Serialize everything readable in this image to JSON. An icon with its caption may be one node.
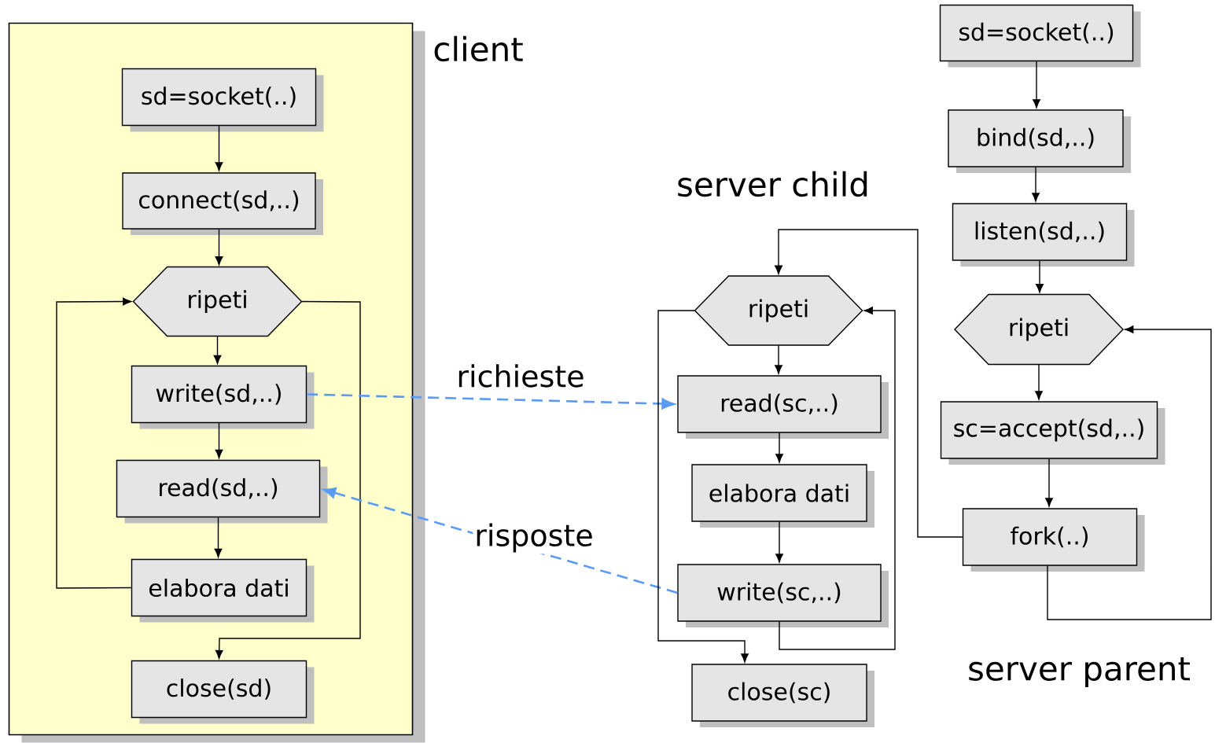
{
  "diagram": {
    "nodes": [
      {
        "text": [
          "client"
        ]
      },
      {
        "text": [
          "sd=socket(..)"
        ],
        "in": 0
      },
      {
        "text": [
          "connect(sd,..)"
        ],
        "in": 0
      },
      {
        "text": [
          "ripeti"
        ],
        "in": 0
      },
      {
        "text": [
          "write(sd,..)"
        ],
        "in": 0
      },
      {
        "text": [
          "read(sd,..)"
        ],
        "in": 0
      },
      {
        "text": [
          "elabora dati"
        ],
        "in": 0
      },
      {
        "text": [
          "close(sd)"
        ],
        "in": 0
      },
      {
        "text": [
          "ripeti"
        ]
      },
      {
        "text": [
          "read(sc,..)"
        ]
      },
      {
        "text": [
          "elabora dati"
        ]
      },
      {
        "text": [
          "write(sc,..)"
        ]
      },
      {
        "text": [
          "close(sc)"
        ]
      },
      {
        "text": [
          "sd=socket(..)"
        ]
      },
      {
        "text": [
          "bind(sd,..)"
        ]
      },
      {
        "text": [
          "listen(sd,..)"
        ]
      },
      {
        "text": [
          "ripeti"
        ]
      },
      {
        "text": [
          "sc=accept(sd,..)"
        ]
      },
      {
        "text": [
          "fork(..)"
        ]
      }
    ],
    "edges": [
      {
        "from": 1,
        "to": 2,
        "arrow": "to"
      },
      {
        "from": 2,
        "to": 3,
        "arrow": "to"
      },
      {
        "from": 3,
        "to": 4,
        "arrow": "to"
      },
      {
        "from": 4,
        "to": 5,
        "arrow": "to"
      },
      {
        "from": 5,
        "to": 6,
        "arrow": "to"
      },
      {
        "from": 6,
        "to": 3,
        "arrow": "to"
      },
      {
        "from": 3,
        "to": 7,
        "arrow": "to"
      },
      {
        "from": 4,
        "to": 9,
        "arrow": "to",
        "label": "richieste",
        "style": "dashed",
        "color": "#5b9bf5"
      },
      {
        "from": 11,
        "to": 5,
        "arrow": "to",
        "label": "risposte",
        "style": "dashed",
        "color": "#5b9bf5"
      },
      {
        "from": 8,
        "to": 9,
        "arrow": "to"
      },
      {
        "from": 9,
        "to": 10,
        "arrow": "to"
      },
      {
        "from": 10,
        "to": 11,
        "arrow": "to"
      },
      {
        "from": 11,
        "to": 8,
        "arrow": "to"
      },
      {
        "from": 8,
        "to": 12,
        "arrow": "to"
      },
      {
        "from": 13,
        "to": 14,
        "arrow": "to"
      },
      {
        "from": 14,
        "to": 15,
        "arrow": "to"
      },
      {
        "from": 15,
        "to": 16,
        "arrow": "to"
      },
      {
        "from": 16,
        "to": 17,
        "arrow": "to"
      },
      {
        "from": 17,
        "to": 18,
        "arrow": "to"
      },
      {
        "from": 18,
        "to": 16,
        "arrow": "to"
      },
      {
        "from": 18,
        "to": 8,
        "arrow": "to"
      }
    ],
    "labels": [
      "server child",
      "server parent"
    ]
  }
}
